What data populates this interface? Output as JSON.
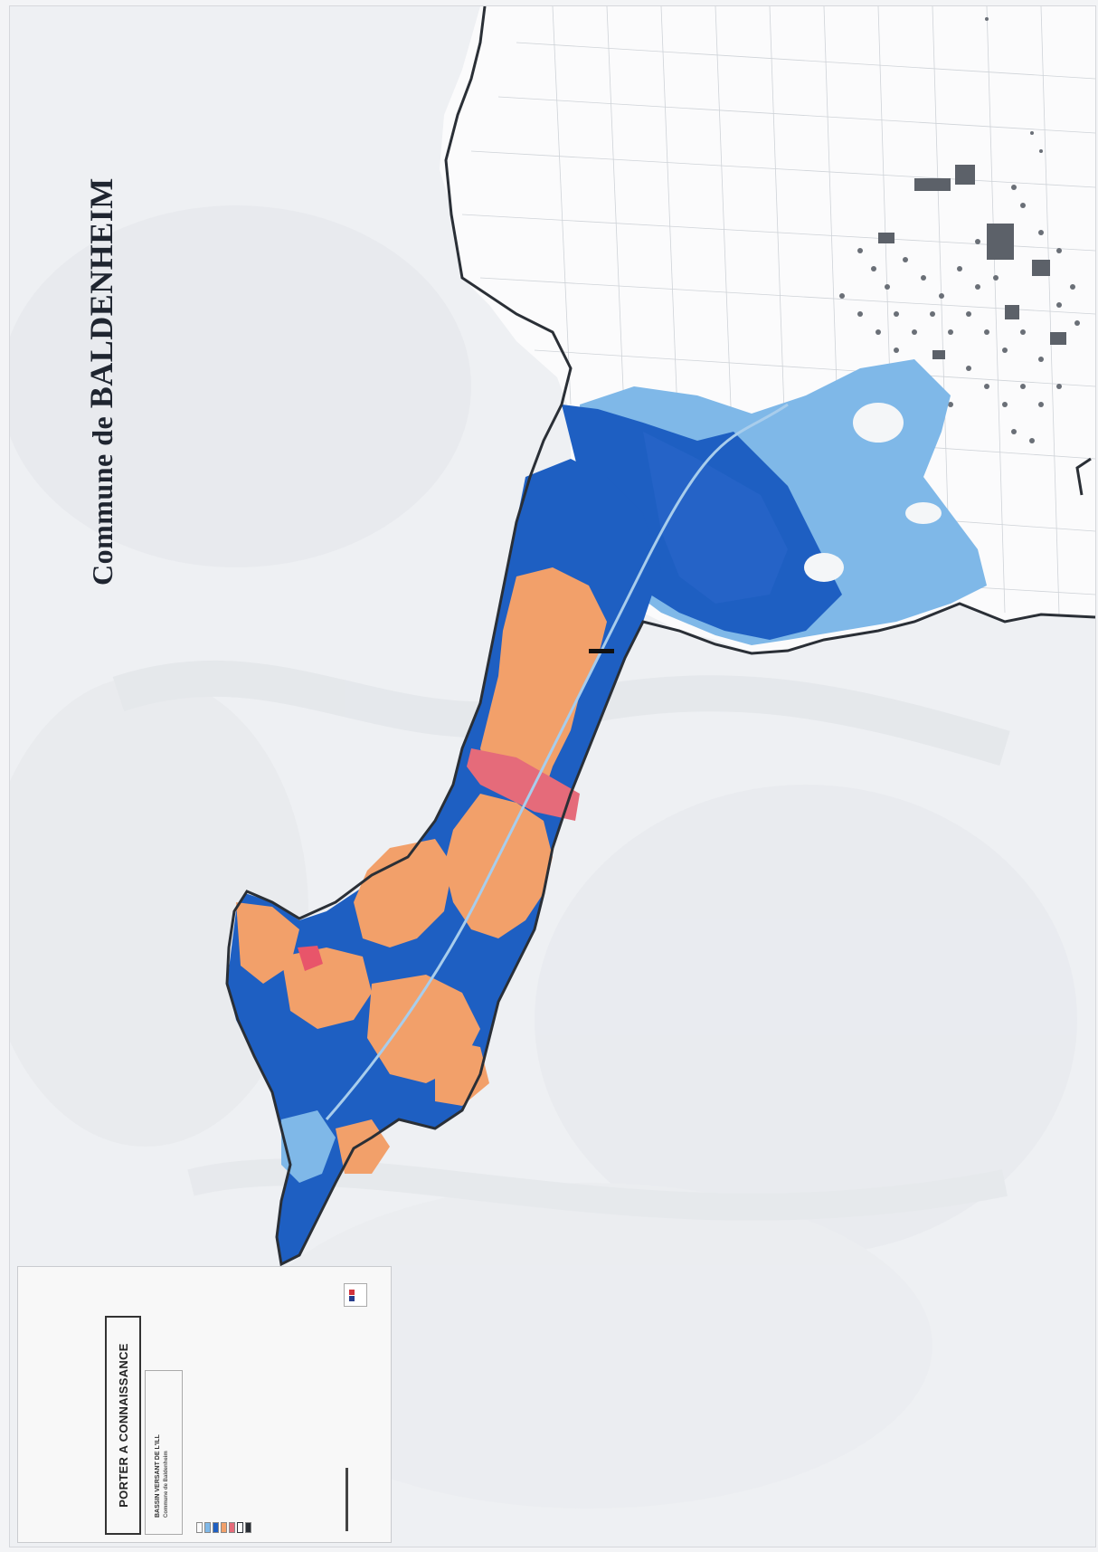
{
  "map": {
    "title_prefix": "Commune de",
    "title_commune": "BALDENHEIM"
  },
  "legend": {
    "header": "",
    "porter_label": "PORTER A CONNAISSANCE",
    "study_line1": "BASSIN VERSANT DE L'ILL",
    "study_line2": "Commune de Baldenheim",
    "colors": {
      "aleas_faible": "#7fb8e8",
      "aleas_moyen": "#1e5fc2",
      "aleas_fort": "#f2a06a",
      "aleas_tres_fort": "#e56b7a",
      "commune_limit": "#2a2f36"
    }
  }
}
